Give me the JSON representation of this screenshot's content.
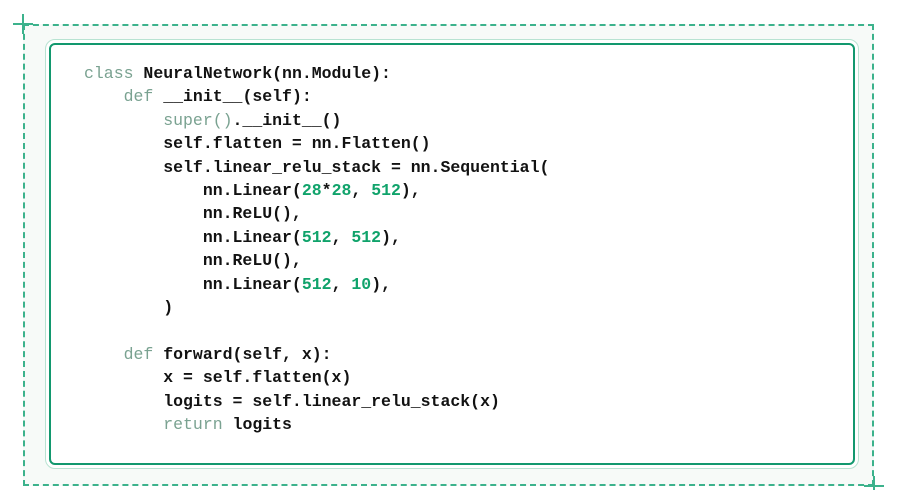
{
  "colors": {
    "dash": "#3cb28c",
    "border_light": "#b8e3d2",
    "border_dark": "#12986e",
    "region_bg": "#f7faf8",
    "keyword": "#7aa291",
    "number": "#10a36b",
    "text": "#121212",
    "card_bg": "#ffffff"
  },
  "code_block": {
    "language": "python",
    "lines": [
      {
        "tokens": [
          {
            "t": "keyword",
            "v": "class"
          },
          {
            "t": "plain",
            "v": " NeuralNetwork(nn.Module):"
          }
        ]
      },
      {
        "tokens": [
          {
            "t": "plain",
            "v": "    "
          },
          {
            "t": "keyword",
            "v": "def"
          },
          {
            "t": "plain",
            "v": " __init__(self):"
          }
        ]
      },
      {
        "tokens": [
          {
            "t": "plain",
            "v": "        "
          },
          {
            "t": "builtin",
            "v": "super()"
          },
          {
            "t": "plain",
            "v": ".__init__()"
          }
        ]
      },
      {
        "tokens": [
          {
            "t": "plain",
            "v": "        self.flatten = nn.Flatten()"
          }
        ]
      },
      {
        "tokens": [
          {
            "t": "plain",
            "v": "        self.linear_relu_stack = nn.Sequential("
          }
        ]
      },
      {
        "tokens": [
          {
            "t": "plain",
            "v": "            nn.Linear("
          },
          {
            "t": "number",
            "v": "28"
          },
          {
            "t": "plain",
            "v": "*"
          },
          {
            "t": "number",
            "v": "28"
          },
          {
            "t": "plain",
            "v": ", "
          },
          {
            "t": "number",
            "v": "512"
          },
          {
            "t": "plain",
            "v": "),"
          }
        ]
      },
      {
        "tokens": [
          {
            "t": "plain",
            "v": "            nn.ReLU(),"
          }
        ]
      },
      {
        "tokens": [
          {
            "t": "plain",
            "v": "            nn.Linear("
          },
          {
            "t": "number",
            "v": "512"
          },
          {
            "t": "plain",
            "v": ", "
          },
          {
            "t": "number",
            "v": "512"
          },
          {
            "t": "plain",
            "v": "),"
          }
        ]
      },
      {
        "tokens": [
          {
            "t": "plain",
            "v": "            nn.ReLU(),"
          }
        ]
      },
      {
        "tokens": [
          {
            "t": "plain",
            "v": "            nn.Linear("
          },
          {
            "t": "number",
            "v": "512"
          },
          {
            "t": "plain",
            "v": ", "
          },
          {
            "t": "number",
            "v": "10"
          },
          {
            "t": "plain",
            "v": "),"
          }
        ]
      },
      {
        "tokens": [
          {
            "t": "plain",
            "v": "        )"
          }
        ]
      },
      {
        "tokens": []
      },
      {
        "tokens": [
          {
            "t": "plain",
            "v": "    "
          },
          {
            "t": "keyword",
            "v": "def"
          },
          {
            "t": "plain",
            "v": " forward(self, x):"
          }
        ]
      },
      {
        "tokens": [
          {
            "t": "plain",
            "v": "        x = self.flatten(x)"
          }
        ]
      },
      {
        "tokens": [
          {
            "t": "plain",
            "v": "        logits = self.linear_relu_stack(x)"
          }
        ]
      },
      {
        "tokens": [
          {
            "t": "plain",
            "v": "        "
          },
          {
            "t": "keyword",
            "v": "return"
          },
          {
            "t": "plain",
            "v": " logits"
          }
        ]
      }
    ]
  }
}
